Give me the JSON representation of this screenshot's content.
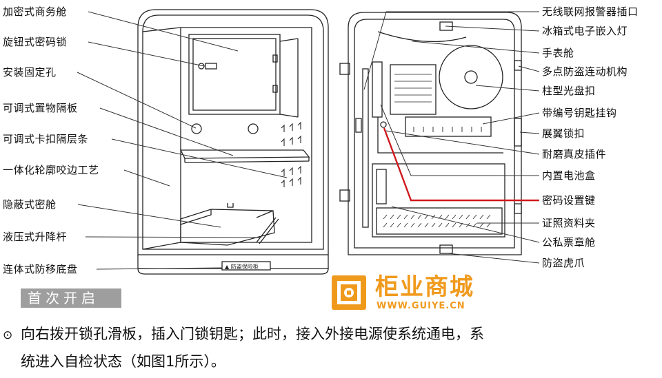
{
  "left_labels": [
    "加密式商务舱",
    "旋钮式密码锁",
    "安装固定孔",
    "可调式置物隔板",
    "可调式卡扣隔层条",
    "一体化轮廓咬边工艺",
    "隐蔽式密舱",
    "液压式升降杆",
    "连体式防移底盘"
  ],
  "right_labels": [
    "无线联网报警器插口",
    "冰箱式电子嵌入灯",
    "手表舱",
    "多点防盗连动机构",
    "柱型光盘扣",
    "带编号钥匙挂钩",
    "展翼锁扣",
    "耐磨真皮插件",
    "内置电池盒",
    "密码设置键",
    "证照资料夹",
    "公私票章舱",
    "防盗虎爪"
  ],
  "section_tab": "首次开启",
  "logo": {
    "name": "柜业商城",
    "url": "WWW.GUIYE.CN"
  },
  "instruction": {
    "bullet": "⊙",
    "line1": "向右拨开锁孔滑板，插入门锁钥匙；此时，接入外接电源使系统通电，系",
    "line2": "统进入自检状态（如图1所示）。"
  },
  "highlight_color": "#d0181c",
  "accent_color": "#f09a1d"
}
